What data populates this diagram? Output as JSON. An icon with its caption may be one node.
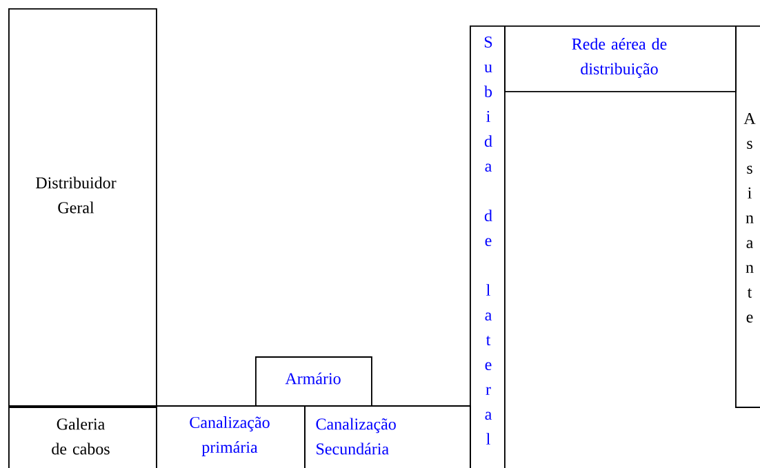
{
  "diagram": {
    "nodes": [
      {
        "text": [
          "Distribuidor Geral"
        ]
      },
      {
        "text": [
          "Subida de lateral"
        ]
      },
      {
        "text": [
          "Rede aérea de distribuição"
        ]
      },
      {
        "text": [
          "Assinante"
        ]
      },
      {
        "text": [
          "Armário"
        ]
      },
      {
        "text": [
          "Galeria de cabos"
        ]
      },
      {
        "text": [
          "Canalização primária"
        ]
      },
      {
        "text": [
          "Canalização Secundária"
        ]
      }
    ]
  }
}
